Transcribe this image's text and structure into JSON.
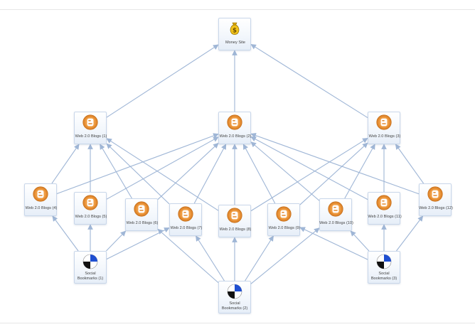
{
  "diagram": {
    "nodes": [
      {
        "id": "money",
        "label": "Money Site",
        "icon": "money-bag-icon"
      },
      {
        "id": "b1",
        "label": "Web 2.0 Blogs (1)",
        "icon": "blogger-icon"
      },
      {
        "id": "b2",
        "label": "Web 2.0 Blogs (2)",
        "icon": "blogger-icon"
      },
      {
        "id": "b3",
        "label": "Web 2.0 Blogs (3)",
        "icon": "blogger-icon"
      },
      {
        "id": "b4",
        "label": "Web 2.0 Blogs (4)",
        "icon": "blogger-icon"
      },
      {
        "id": "b5",
        "label": "Web 2.0 Blogs (5)",
        "icon": "blogger-icon"
      },
      {
        "id": "b6",
        "label": "Web 2.0 Blogs (6)",
        "icon": "blogger-icon"
      },
      {
        "id": "b7",
        "label": "Web 2.0 Blogs (7)",
        "icon": "blogger-icon"
      },
      {
        "id": "b8",
        "label": "Web 2.0 Blogs (8)",
        "icon": "blogger-icon"
      },
      {
        "id": "b9",
        "label": "Web 2.0 Blogs (9)",
        "icon": "blogger-icon"
      },
      {
        "id": "b10",
        "label": "Web 2.0 Blogs (10)",
        "icon": "blogger-icon"
      },
      {
        "id": "b11",
        "label": "Web 2.0 Blogs (11)",
        "icon": "blogger-icon"
      },
      {
        "id": "b12",
        "label": "Web 2.0 Blogs (12)",
        "icon": "blogger-icon"
      },
      {
        "id": "s1",
        "label": "Social Bookmarks (1)",
        "icon": "social-bookmark-icon"
      },
      {
        "id": "s2",
        "label": "Social Bookmarks (2)",
        "icon": "social-bookmark-icon"
      },
      {
        "id": "s3",
        "label": "Social Bookmarks (3)",
        "icon": "social-bookmark-icon"
      }
    ],
    "edges": [
      [
        "b1",
        "money"
      ],
      [
        "b2",
        "money"
      ],
      [
        "b3",
        "money"
      ],
      [
        "b4",
        "b1"
      ],
      [
        "b4",
        "b2"
      ],
      [
        "b5",
        "b1"
      ],
      [
        "b5",
        "b2"
      ],
      [
        "b6",
        "b1"
      ],
      [
        "b6",
        "b2"
      ],
      [
        "b7",
        "b1"
      ],
      [
        "b7",
        "b2"
      ],
      [
        "b8",
        "b1"
      ],
      [
        "b8",
        "b2"
      ],
      [
        "b8",
        "b3"
      ],
      [
        "b9",
        "b2"
      ],
      [
        "b9",
        "b3"
      ],
      [
        "b10",
        "b2"
      ],
      [
        "b10",
        "b3"
      ],
      [
        "b11",
        "b2"
      ],
      [
        "b11",
        "b3"
      ],
      [
        "b12",
        "b2"
      ],
      [
        "b12",
        "b3"
      ],
      [
        "s1",
        "b4"
      ],
      [
        "s1",
        "b5"
      ],
      [
        "s1",
        "b6"
      ],
      [
        "s1",
        "b7"
      ],
      [
        "s2",
        "b6"
      ],
      [
        "s2",
        "b7"
      ],
      [
        "s2",
        "b8"
      ],
      [
        "s2",
        "b9"
      ],
      [
        "s2",
        "b10"
      ],
      [
        "s3",
        "b9"
      ],
      [
        "s3",
        "b10"
      ],
      [
        "s3",
        "b11"
      ],
      [
        "s3",
        "b12"
      ]
    ],
    "colors": {
      "edge": "#9fb6d6",
      "node_border": "#c9d7ea",
      "blogger": "#e2892f",
      "label": "#444444"
    }
  }
}
